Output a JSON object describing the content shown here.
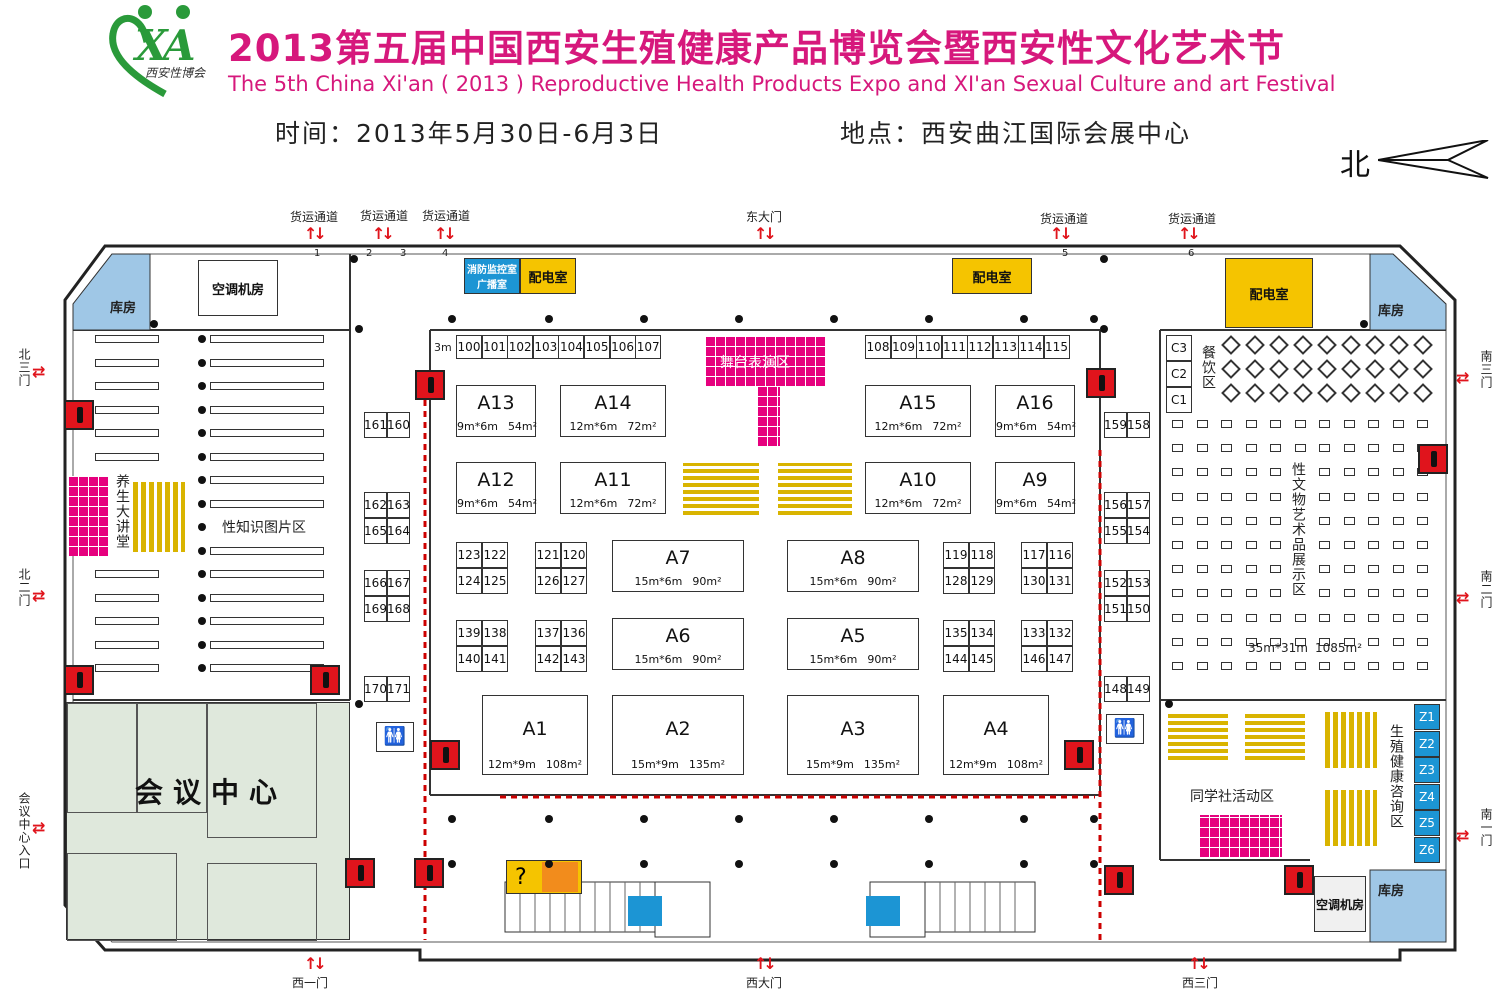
{
  "header": {
    "title_cn": "2013第五届中国西安生殖健康产品博览会暨西安性文化艺术节",
    "title_en": "The 5th China Xi'an ( 2013 ) Reproductive Health Products Expo and XI'an Sexual Culture and art Festival",
    "time": "时间：2013年5月30日-6月3日",
    "place": "地点：西安曲江国际会展中心",
    "logo_text": "西安性博会",
    "north": "北"
  },
  "gates": {
    "cargo": "货运通道",
    "east_main": "东大门",
    "west_main": "西大门",
    "west_one": "西一门",
    "west_three": "西三门",
    "north_three": "北三门",
    "north_two": "北二门",
    "south_three": "南三门",
    "south_two": "南二门",
    "south_one": "南一门",
    "meeting_entrance": "会议中心入口",
    "lane_numbers": [
      "1",
      "2",
      "3",
      "4",
      "5",
      "6"
    ]
  },
  "rooms": {
    "storage": "库房",
    "ac": "空调机房",
    "fire_control": "消防监控室",
    "broadcast": "广播室",
    "power": "配电室",
    "stage": "舞台表演区",
    "meeting": "会议中心",
    "lecture": "养生大讲堂",
    "sex_knowledge": "性知识图片区",
    "dining": "餐饮区",
    "art_show": "性文物艺术品展示区",
    "art_size": "35m*31m",
    "art_area": "1085m²",
    "alumni": "同学社活动区",
    "consult": "生殖健康咨询区",
    "m3": "3m"
  },
  "booths_top_left": [
    "100",
    "101",
    "102",
    "103",
    "104",
    "105",
    "106",
    "107"
  ],
  "booths_top_right": [
    "108",
    "109",
    "110",
    "111",
    "112",
    "113",
    "114",
    "115"
  ],
  "booths_small": {
    "left_col": [
      [
        "161",
        "160"
      ],
      [
        "162",
        "163"
      ],
      [
        "165",
        "164"
      ],
      [
        "166",
        "167"
      ],
      [
        "169",
        "168"
      ],
      [
        "170",
        "171"
      ]
    ],
    "right_col": [
      [
        "159",
        "158"
      ],
      [
        "156",
        "157"
      ],
      [
        "155",
        "154"
      ],
      [
        "152",
        "153"
      ],
      [
        "151",
        "150"
      ],
      [
        "148",
        "149"
      ]
    ],
    "g1": [
      [
        "123",
        "122"
      ],
      [
        "124",
        "125"
      ]
    ],
    "g2": [
      [
        "121",
        "120"
      ],
      [
        "126",
        "127"
      ]
    ],
    "g3": [
      [
        "119",
        "118"
      ],
      [
        "128",
        "129"
      ]
    ],
    "g4": [
      [
        "117",
        "116"
      ],
      [
        "130",
        "131"
      ]
    ],
    "g5": [
      [
        "139",
        "138"
      ],
      [
        "140",
        "141"
      ]
    ],
    "g6": [
      [
        "137",
        "136"
      ],
      [
        "142",
        "143"
      ]
    ],
    "g7": [
      [
        "135",
        "134"
      ],
      [
        "144",
        "145"
      ]
    ],
    "g8": [
      [
        "133",
        "132"
      ],
      [
        "146",
        "147"
      ]
    ]
  },
  "big_booths": {
    "A13": {
      "name": "A13",
      "size": "9m*6m",
      "area": "54m²"
    },
    "A14": {
      "name": "A14",
      "size": "12m*6m",
      "area": "72m²"
    },
    "A15": {
      "name": "A15",
      "size": "12m*6m",
      "area": "72m²"
    },
    "A16": {
      "name": "A16",
      "size": "9m*6m",
      "area": "54m²"
    },
    "A12": {
      "name": "A12",
      "size": "9m*6m",
      "area": "54m²"
    },
    "A11": {
      "name": "A11",
      "size": "12m*6m",
      "area": "72m²"
    },
    "A10": {
      "name": "A10",
      "size": "12m*6m",
      "area": "72m²"
    },
    "A9": {
      "name": "A9",
      "size": "9m*6m",
      "area": "54m²"
    },
    "A7": {
      "name": "A7",
      "size": "15m*6m",
      "area": "90m²"
    },
    "A8": {
      "name": "A8",
      "size": "15m*6m",
      "area": "90m²"
    },
    "A6": {
      "name": "A6",
      "size": "15m*6m",
      "area": "90m²"
    },
    "A5": {
      "name": "A5",
      "size": "15m*6m",
      "area": "90m²"
    },
    "A1": {
      "name": "A1",
      "size": "12m*9m",
      "area": "108m²"
    },
    "A2": {
      "name": "A2",
      "size": "15m*9m",
      "area": "135m²"
    },
    "A3": {
      "name": "A3",
      "size": "15m*9m",
      "area": "135m²"
    },
    "A4": {
      "name": "A4",
      "size": "12m*9m",
      "area": "108m²"
    }
  },
  "c_labels": [
    "C3",
    "C2",
    "C1"
  ],
  "z_labels": [
    "Z1",
    "Z2",
    "Z3",
    "Z4",
    "Z5",
    "Z6"
  ],
  "colors": {
    "title": "#d6187c",
    "fire": "#e0141c",
    "stage": "#e6007e",
    "seat": "#d9b400",
    "storage": "#9fc7e6",
    "power": "#f5c400",
    "control": "#1c95d4",
    "meeting": "#dfe8dc",
    "zone": "#1c95d4"
  }
}
